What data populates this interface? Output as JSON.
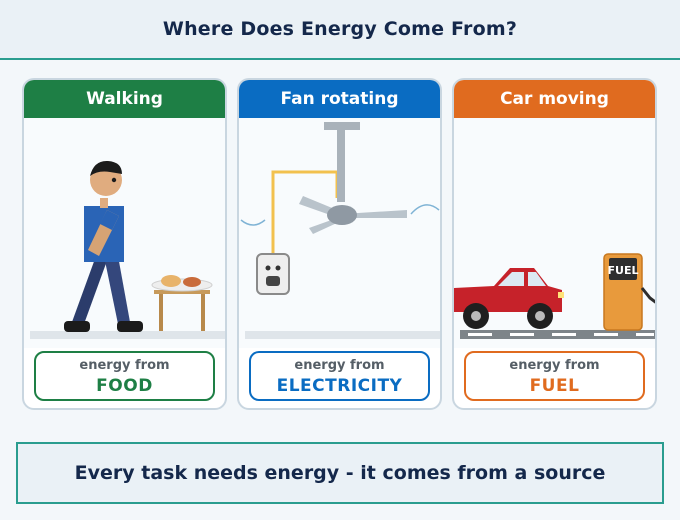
{
  "title": "Where Does Energy Come From?",
  "cards": [
    {
      "label": "Walking",
      "source_prefix": "energy from",
      "source": "FOOD",
      "color": "#1e7f45"
    },
    {
      "label": "Fan rotating",
      "source_prefix": "energy from",
      "source": "ELECTRICITY",
      "color": "#0a6cc2"
    },
    {
      "label": "Car moving",
      "source_prefix": "energy from",
      "source": "FUEL",
      "color": "#e06b1f"
    }
  ],
  "pump_label": "FUEL",
  "footer": "Every task needs energy - it comes from a source",
  "colors": {
    "border": "#2a9d8f",
    "title_text": "#14284b",
    "card_border": "#c9d6e0"
  }
}
